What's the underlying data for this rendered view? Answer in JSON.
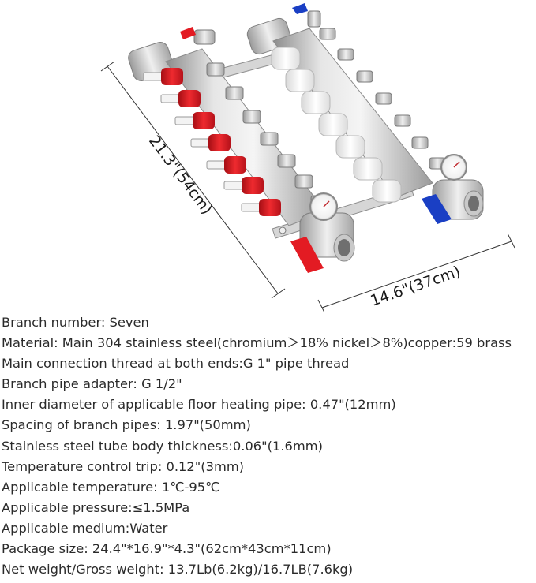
{
  "dimensions": {
    "length_label": "21.3\"(54cm)",
    "width_label": "14.6\"(37cm)"
  },
  "product": {
    "branch_count": 7,
    "supply_valve_color": "#e31b23",
    "return_valve_color": "#1a3fc4",
    "body_color": "#c9c9c9"
  },
  "specs": [
    "Branch number: Seven",
    "Material: Main 304 stainless steel(chromium＞18% nickel＞8%)copper:59 brass",
    "Main connection thread at both ends:G 1\" pipe thread",
    "Branch pipe adapter: G 1/2\"",
    "Inner diameter of applicable floor heating pipe: 0.47\"(12mm)",
    "Spacing of branch pipes: 1.97\"(50mm)",
    "Stainless steel tube body thickness:0.06\"(1.6mm)",
    "Temperature control trip: 0.12\"(3mm)",
    "Applicable temperature:  1℃-95℃",
    "Applicable pressure:≤1.5MPa",
    "Applicable medium:Water",
    "Package size:  24.4\"*16.9\"*4.3\"(62cm*43cm*11cm)",
    "Net weight/Gross weight:  13.7Lb(6.2kg)/16.7LB(7.6kg)"
  ]
}
